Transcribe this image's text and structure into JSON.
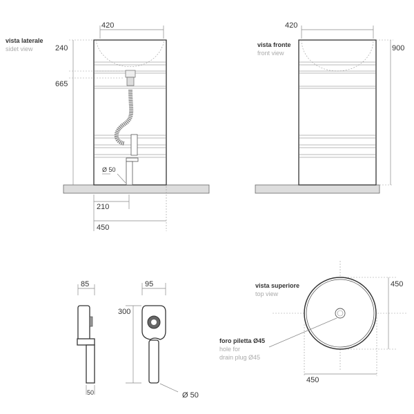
{
  "side_view": {
    "title": "vista laterale",
    "subtitle": "sidet view",
    "dims": {
      "top_width": "420",
      "bowl_depth": "240",
      "drain_height": "665",
      "drain_offset": "210",
      "base_width": "450",
      "pipe_diameter": "Ø 50"
    }
  },
  "front_view": {
    "title": "vista fronte",
    "subtitle": "front view",
    "dims": {
      "top_width": "420",
      "height": "900"
    }
  },
  "trap_detail": {
    "dims": {
      "side_depth": "85",
      "front_width": "95",
      "height": "300",
      "pipe_width": "50",
      "pipe_diameter": "Ø 50"
    }
  },
  "top_view": {
    "title": "vista superiore",
    "subtitle": "top view",
    "drain_label": "foro piletta Ø45",
    "drain_label_en_1": "hole for",
    "drain_label_en_2": "drain plug  Ø45",
    "dims": {
      "depth": "450",
      "width": "450"
    }
  }
}
